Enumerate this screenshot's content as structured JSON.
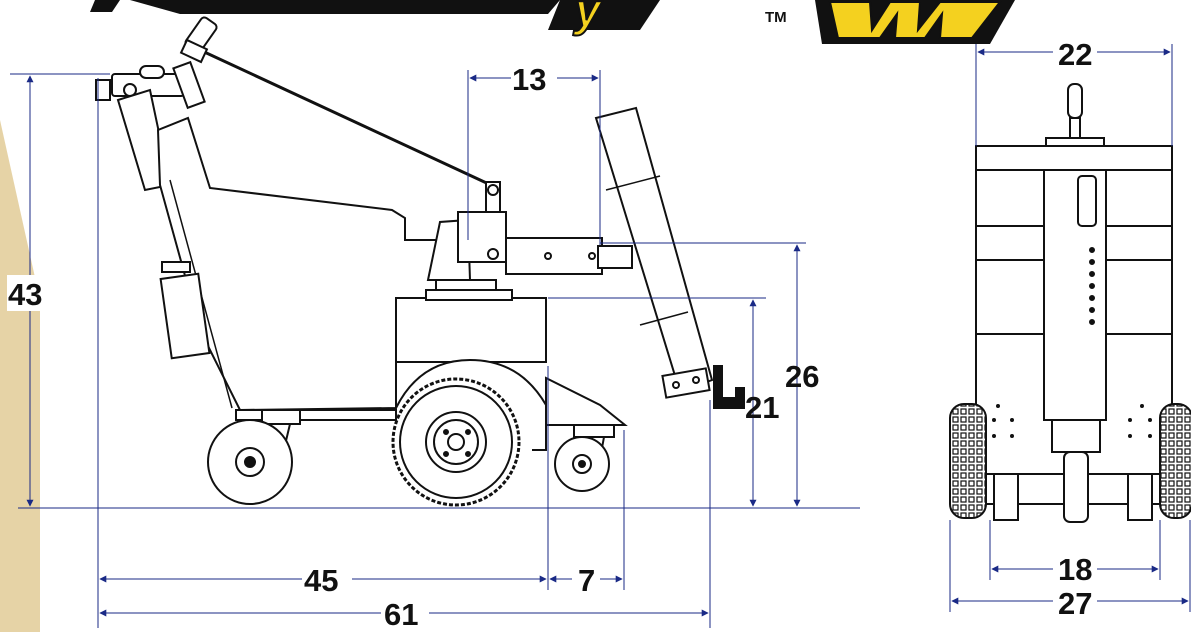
{
  "logo": {
    "glyph_left": "y",
    "trademark": "TM",
    "glyph_right": "W",
    "accent_color": "#F4D11F"
  },
  "colors": {
    "dimension_line": "#1a2a86",
    "outline": "#111111",
    "side_panel": "#E6D3A6"
  },
  "dimensions": {
    "overall_height": "43",
    "push_bar_offset": "13",
    "push_bar_height": "26",
    "hitch_height": "21",
    "base_length": "45",
    "rear_overhang": "7",
    "overall_length": "61",
    "front_top_width": "22",
    "wheel_track": "18",
    "overall_width": "27"
  }
}
